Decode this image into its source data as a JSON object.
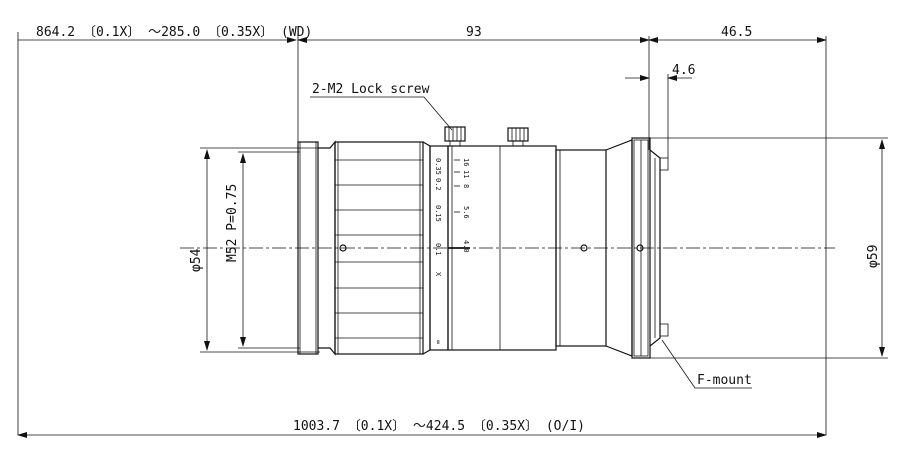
{
  "dimensions": {
    "wd": "864.2 〔0.1X〕 ～285.0 〔0.35X〕 (WD)",
    "body_length": "93",
    "flange_length": "46.5",
    "flange_offset": "4.6",
    "total_length": "1003.7 〔0.1X〕 ～424.5 〔0.35X〕 (O/I)",
    "front_diameter": "φ54",
    "filter_thread": "M52 P=0.75",
    "mount_diameter": "φ59"
  },
  "callouts": {
    "lock_screw": "2-M2 Lock screw",
    "mount": "F-mount"
  },
  "scales": {
    "magnification": [
      "0.35",
      "0.2",
      "0.15",
      "0.1",
      "X"
    ],
    "aperture": [
      "16",
      "11",
      "8",
      "5.6",
      "4.0"
    ],
    "infinity": "∞"
  },
  "icons": {
    "arrowhead": "arrowhead-icon",
    "lock_screw": "knurled-screw-icon"
  }
}
